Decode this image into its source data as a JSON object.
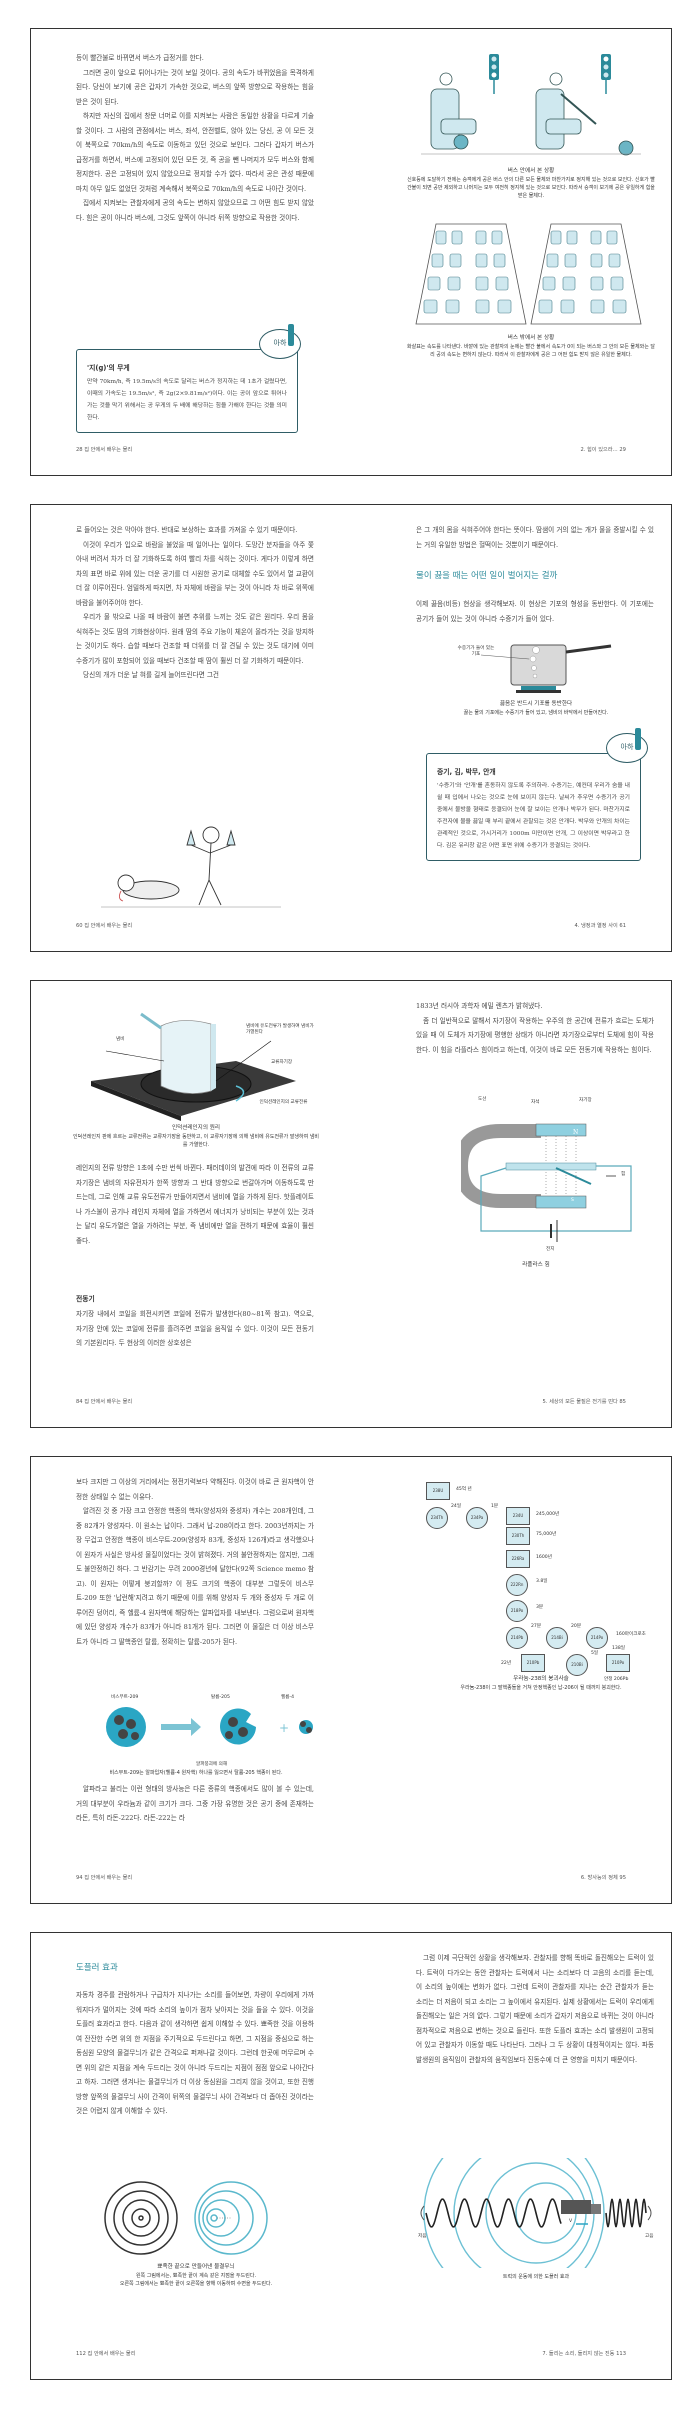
{
  "spreads": [
    {
      "left": {
        "paras": [
          "등이 빨간불로 바뀌면서 버스가 급정거를 한다.",
          "그러면 공이 앞으로 튀어나가는 것이 보일 것이다. 공의 속도가 바뀌었음을 목격하게 된다. 당신이 보기에 공은 갑자기 가속한 것으로, 버스의 앞쪽 방향으로 작용하는 힘을 받은 것이 된다.",
          "하지만 자신의 집에서 창문 너머로 이를 지켜보는 사람은 동일한 상황을 다르게 기술할 것이다. 그 사람의 관점에서는 버스, 좌석, 안전벨트, 앉아 있는 당신, 공 이 모든 것이 북쪽으로 70km/h의 속도로 이동하고 있던 것으로 보인다. 그러다 갑자기 버스가 급정거를 하면서, 버스에 고정되어 있던 모든 것, 즉 공을 뺀 나머지가 모두 버스와 함께 정지한다. 공은 고정되어 있지 않았으므로 정지할 수가 없다. 따라서 공은 관성 때문에 마치 아무 일도 없었던 것처럼 계속해서 북쪽으로 70km/h의 속도로 나아간 것이다.",
          "집에서 지켜보는 관찰자에게 공의 속도는 변하지 않았으므로 그 어떤 힘도 받지 않았다. 힘은 공이 아니라 버스에, 그것도 앞쪽이 아니라 뒤쪽 방향으로 작용한 것이다."
        ],
        "tip": {
          "badge": "아하",
          "title": "'지(g)'의 무게",
          "body": "만약 70km/h, 즉 19.5m/s의 속도로 달리는 버스가 정지하는 데 1초가 걸렸다면, 이때의 가속도는 19.5m/s², 즉 2g(2×9.81m/s²)이다. 이는 공이 앞으로 튀어나가는 것을 막기 위해서는 공 무게의 두 배에 해당하는 힘을 가해야 한다는 것을 의미한다."
        },
        "footer": "28 집 안에서 배우는 물리"
      },
      "right": {
        "fig1": {
          "title": "버스 안에서 본 상황",
          "body": "신호등에 도달하기 전에는 승객에게 공은 버스 안의 다른 모든 물체와 마찬가지로 정지해 있는 것으로 보인다. 신호가 빨간불이 되면 공만 제외하고 나머지는 모두 여전히 정지해 있는 것으로 보인다. 따라서 승객이 보기에 공은 유일하게 힘을 받은 물체다."
        },
        "fig2": {
          "title": "버스 밖에서 본 상황",
          "body": "화살표는 속도를 나타낸다. 바깥에 있는 관찰자의 눈에는 빨간 불에서 속도가 0이 되는 버스와 그 안의 모든 물체와는 달리 공의 속도는 변하지 않는다. 따라서 이 관찰자에게 공은 그 어떤 힘도 받지 않은 유일한 물체다."
        },
        "footer": "2. 힘이 있으라… 29"
      }
    },
    {
      "left": {
        "paras": [
          "로 들어오는 것은 막아야 한다. 반대로 보상하는 효과를 가져올 수 있기 때문이다.",
          "이것이 우리가 입으로 바람을 불었을 때 일어나는 일이다. 도망간 분자들을 아주 쫓아내 버려서 차가 더 잘 기화하도록 하여 빨리 차를 식히는 것이다. 게다가 이렇게 하면 차의 표면 바로 위에 있는 더운 공기를 더 시원한 공기로 대체할 수도 있어서 열 교환이 더 잘 이루어진다. 엄밀하게 따지면, 차 자체에 바람을 부는 것이 아니라 차 바로 위쪽에 바람을 불어주어야 한다.",
          "우리가 물 밖으로 나올 때 바람이 불면 추위를 느끼는 것도 같은 원리다. 우리 몸을 식혀주는 것도 땀의 기화현상이다. 원래 땀의 주요 기능이 체온이 올라가는 것을 방지하는 것이기도 하다. 습할 때보다 건조할 때 더위를 더 잘 견딜 수 있는 것도 대기에 이미 수증기가 많이 포함되어 있을 때보다 건조할 때 땀이 훨씬 더 잘 기화하기 때문이다.",
          "당신의 개가 더운 날 혀를 길게 늘어뜨린다면 그건"
        ],
        "footer": "60 집 안에서 배우는 물리"
      },
      "right": {
        "paras": [
          "은 그 개의 몸을 식혀주어야 한다는 뜻이다. 땀샘이 거의 없는 개가 물을 증발시킬 수 있는 거의 유일한 방법은 헐떡이는 것뿐이기 때문이다."
        ],
        "heading": "물이 끓을 때는 어떤 일이 벌어지는 걸까",
        "paras2": [
          "이제 끓음(비등) 현상을 생각해보자. 이 현상은 기포의 형성을 동반한다. 이 기포에는 공기가 들어 있는 것이 아니라 수증기가 들어 있다."
        ],
        "fig": {
          "label": "수증기가 들어 있는 기포",
          "title": "끓음은 반드시 기포를 동반한다",
          "body": "끓는 물의 기포에는 수증기가 들어 있고, 냄비의 바닥에서 만들어진다."
        },
        "tip": {
          "badge": "아하",
          "title": "증기, 김, 박무, 안개",
          "body": "'수증기'와 '안개'를 혼동하지 않도록 주의하라. 수증기는, 예컨대 우리가 숨을 내쉴 때 입에서 나오는 것으로 눈에 보이지 않는다. 날씨가 추우면 수증기가 공기 중에서 물방울 형태로 응결되어 눈에 잘 보이는 안개나 박무가 된다. 마찬가지로 주전자에 물을 끓일 때 부리 끝에서 관찰되는 것은 안개다. 박무와 안개의 차이는 관례적인 것으로, 가시거리가 1000m 미만이면 안개, 그 이상이면 박무라고 한다. 김은 유리창 같은 어떤 표면 위에 수증기가 응결되는 것이다."
        },
        "footer": "4. 냉정과 열정 사이 61"
      }
    },
    {
      "left": {
        "fig": {
          "pot": "냄비",
          "induced": "냄비에 유도전류가 발생하여 냄비가 가열된다",
          "field": "교류자기장",
          "current": "인덕션레인지의 교류전류",
          "title": "인덕션레인지의 원리",
          "body": "인덕션레인지 판에 흐르는 교류전류는 교류자기장을 동반하고, 이 교류자기장에 의해 냄비에 유도전류가 발생하여 냄비를 가열한다."
        },
        "paras": [
          "레인지의 전류 방향은 1초에 수만 번씩 바뀐다. 패러데이의 발견에 따라 이 전류의 교류자기장은 냄비의 자유전자가 한쪽 방향과 그 반대 방향으로 번갈아가며 이동하도록 만드는데, 그로 인해 교류 유도전류가 만들어지면서 냄비에 열을 가하게 된다. 핫플레이트나 가스불이 공기나 레인지 자체에 열을 가하면서 에너지가 낭비되는 부분이 있는 것과는 달리 유도가열은 열을 가하려는 부분, 즉 냄비에만 열을 전하기 때문에 효율이 훨씬 좋다."
        ],
        "heading": "전동기",
        "paras2": [
          "자기장 내에서 코일을 회전시키면 코일에 전류가 발생한다(80~81쪽 참고). 역으로, 자기장 안에 있는 코일에 전류를 흘려주면 코일을 움직일 수 있다. 이것이 모든 전동기의 기본원리다. 두 현상의 이러한 상호성은"
        ],
        "footer": "84 집 안에서 배우는 물리"
      },
      "right": {
        "paras": [
          "1833년 러시아 과학자 에밀 렌츠가 밝혀냈다.",
          "좀 더 일반적으로 말해서 자기장이 작용하는 우주의 한 공간에 전류가 흐르는 도체가 있을 때 이 도체가 자기장에 평행한 상태가 아니라면 자기장으로부터 도체에 힘이 작용한다. 이 힘을 라플라스 힘이라고 하는데, 이것이 바로 모든 전동기에 작용하는 힘이다."
        ],
        "fig": {
          "wire": "도선",
          "magnet": "자석",
          "field": "자기장",
          "n": "N",
          "s": "S",
          "force": "힘",
          "battery": "전지",
          "title": "라플라스 힘"
        },
        "footer": "5. 세상의 모든 물질은 전기를 띤다 85"
      }
    },
    {
      "left": {
        "paras": [
          "보다 크지만 그 이상의 거리에서는 정전기력보다 약해진다. 이것이 바로 큰 원자핵이 안정한 상태일 수 없는 이유다.",
          "알려진 것 중 가장 크고 안정한 핵종의 핵자(양성자와 중성자) 개수는 208개인데, 그중 82개가 양성자다. 이 원소는 납이다. 그래서 납-208이라고 한다. 2003년까지는 가장 무겁고 안정한 핵종이 비스무트-209(양성자 83개, 중성자 126개)라고 생각했으나 이 원자가 사실은 방사성 물질이었다는 것이 밝혀졌다. 거의 불안정하지는 않지만, 그래도 불안정하긴 하다. 그 반감기는 무려 2000경년에 달한다(92쪽 Science memo 참고). 이 원자는 어떻게 붕괴할까? 이 정도 크기의 핵종이 대부분 그렇듯이 비스무트-209 또한 '납런해'지려고 하기 때문에 이를 위해 양성자 두 개와 중성자 두 개로 이루어진 덩어리, 즉 헬륨-4 원자핵에 해당하는 알파입자를 내보낸다. 그럼으로써 원자핵에 있던 양성자 개수가 83개가 아니라 81개가 된다. 그러면 이 물질은 더 이상 비스무트가 아니라 그 딸핵종인 탈륨, 정확히는 탈륨-205가 된다."
        ],
        "fig": {
          "a": "비스무트-209",
          "b": "탈륨-205",
          "c": "헬륨-4",
          "arrow": "알파붕괴에 의해",
          "caption": "비스무트-209는 알파입자(헬륨-4 원자핵) 하나를 잃으면서 탈륨-205 핵종이 된다."
        },
        "paras2": [
          "알파라고 불리는 이런 형태의 방사능은 다른 종류의 핵종에서도 많이 볼 수 있는데, 거의 대부분이 우라늄과 같이 크기가 크다. 그중 가장 유명한 것은 공기 중에 존재하는 라돈, 특히 라돈-222다. 라돈-222는 라"
        ],
        "footer": "94 집 안에서 배우는 물리"
      },
      "right": {
        "chain": [
          {
            "n": "238U",
            "t": "45억 년"
          },
          {
            "n": "234Th",
            "t": "24일"
          },
          {
            "n": "234Pa",
            "t": "1분"
          },
          {
            "n": "234U",
            "t": "245,000년"
          },
          {
            "n": "230Th",
            "t": "75,000년"
          },
          {
            "n": "226Ra",
            "t": "1600년"
          },
          {
            "n": "222Rn",
            "t": "3.8일"
          },
          {
            "n": "218Po",
            "t": "3분"
          },
          {
            "n": "214Pb",
            "t": "27분"
          },
          {
            "n": "214Bi",
            "t": "20분"
          },
          {
            "n": "214Po",
            "t": "160마이크로초"
          },
          {
            "n": "210Pb",
            "t": "22년"
          },
          {
            "n": "210Bi",
            "t": "5일"
          },
          {
            "n": "210Po",
            "t": "138일"
          }
        ],
        "stable": "안정 206Pb",
        "title": "우라늄-238의 붕괴사슬",
        "body": "우라늄-238이 그 딸핵종들을 거쳐 안정핵종인 납-206이 될 때까지 붕괴한다.",
        "footer": "6. 방사능의 정체 95"
      }
    },
    {
      "left": {
        "heading": "도플러 효과",
        "paras": [
          "자동차 경주를 관람하거나 구급차가 지나가는 소리를 들어보면, 차량이 우리에게 가까워지다가 멀어지는 것에 따라 소리의 높이가 점차 낮아지는 것을 들을 수 있다. 이것을 도플러 효과라고 한다. 다음과 같이 생각하면 쉽게 이해할 수 있다. 뾰족한 것을 이용하여 잔잔한 수면 위의 한 지점을 주기적으로 두드린다고 하면, 그 지점을 중심으로 하는 동심원 모양의 물결무늬가 같은 간격으로 퍼져나갈 것이다. 그런데 한곳에 머무르며 수면 위의 같은 지점을 계속 두드리는 것이 아니라 두드리는 지점이 점점 앞으로 나아간다고 하자. 그러면 생겨나는 물결무늬가 더 이상 동심원을 그리지 않을 것이고, 또한 진행 방향 앞쪽의 물결무늬 사이 간격이 뒤쪽의 물결무늬 사이 간격보다 더 좁아진 것이라는 것은 어렵지 않게 이해할 수 있다."
        ],
        "fig": {
          "title": "뾰족한 끝으로 만들어낸 물결무늬",
          "l1": "왼쪽 그림에서는, 뾰족한 끝이 계속 같은 지점을 두드린다.",
          "l2": "오른쪽 그림에서는 뾰족한 끝이 오른쪽을 향해 이동하며 수면을 두드린다."
        },
        "footer": "112 집 안에서 배우는 물리"
      },
      "right": {
        "paras": [
          "그럼 이제 극단적인 상황을 생각해보자. 관찰자를 향해 똑바로 돌진해오는 트럭이 있다. 트럭이 다가오는 동안 관찰자는 트럭에서 나는 소리보다 더 고음의 소리를 듣는데, 이 소리의 높이에는 변화가 없다. 그런데 트럭이 관찰자를 지나는 순간 관찰자가 듣는 소리는 더 저음이 되고 소리는 그 높이에서 유지된다. 실제 상황에서는 트럭이 우리에게 돌진해오는 일은 거의 없다. 그렇기 때문에 소리가 갑자기 저음으로 바뀌는 것이 아니라 점차적으로 저음으로 변하는 것으로 들린다. 또한 도플러 효과는 소리 발생원이 고정되어 있고 관찰자가 이동할 때도 나타난다. 그러나 그 두 상황이 대칭적이지는 않다. 파동 발생원의 움직임이 관찰자의 움직임보다 진동수에 더 큰 영향을 미치기 때문이다."
        ],
        "fig": {
          "low": "저음",
          "high": "고음",
          "v": "V",
          "caption": "트럭의 운동에 의한 도플러 효과"
        },
        "footer": "7. 들리는 소리, 들리지 않는 진동 113"
      }
    }
  ],
  "colors": {
    "accent": "#2b8a9a",
    "light": "#cfe8ef",
    "border": "#2f5d66"
  }
}
